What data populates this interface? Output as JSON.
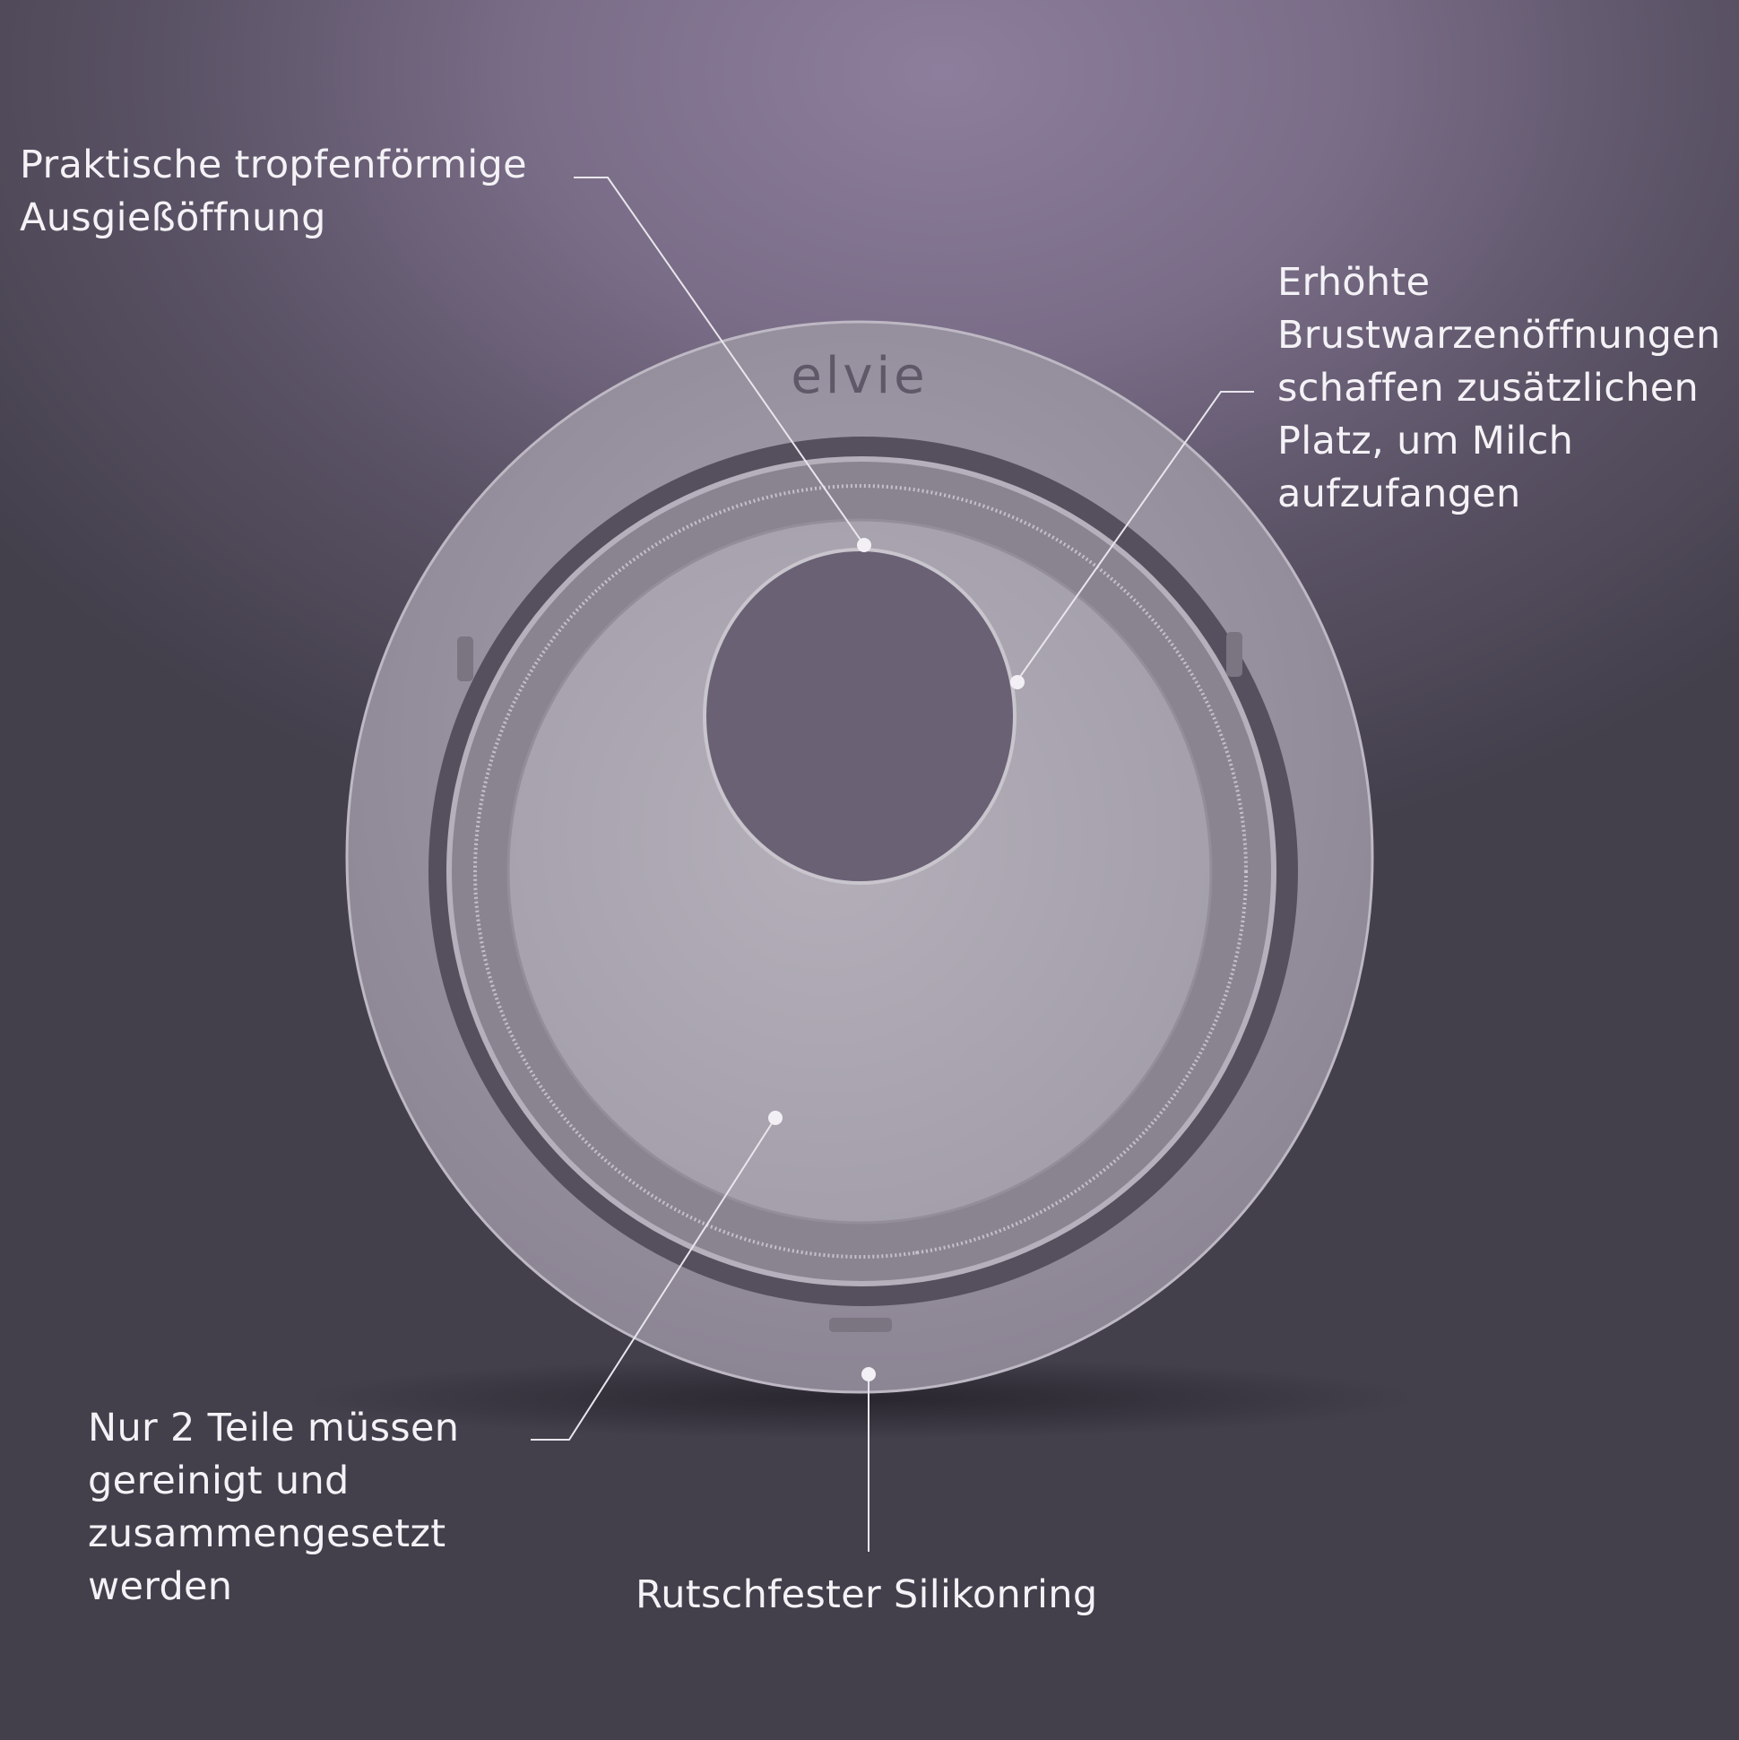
{
  "product": {
    "logo": "elvie"
  },
  "annotations": [
    {
      "id": "spout",
      "lines": [
        "Praktische tropfenförmige",
        "Ausgießöffnung"
      ]
    },
    {
      "id": "nipple",
      "lines": [
        "Erhöhte",
        "Brustwarzenöffnungen",
        "schaffen zusätzlichen",
        "Platz, um Milch",
        "aufzufangen"
      ]
    },
    {
      "id": "parts",
      "lines": [
        "Nur 2 Teile müssen",
        "gereinigt und",
        "zusammengesetzt",
        "werden"
      ]
    },
    {
      "id": "ring",
      "lines": [
        "Rutschfester Silikonring"
      ]
    }
  ],
  "colors": {
    "line": "#e8e6ec",
    "text": "#f4f2f6"
  }
}
